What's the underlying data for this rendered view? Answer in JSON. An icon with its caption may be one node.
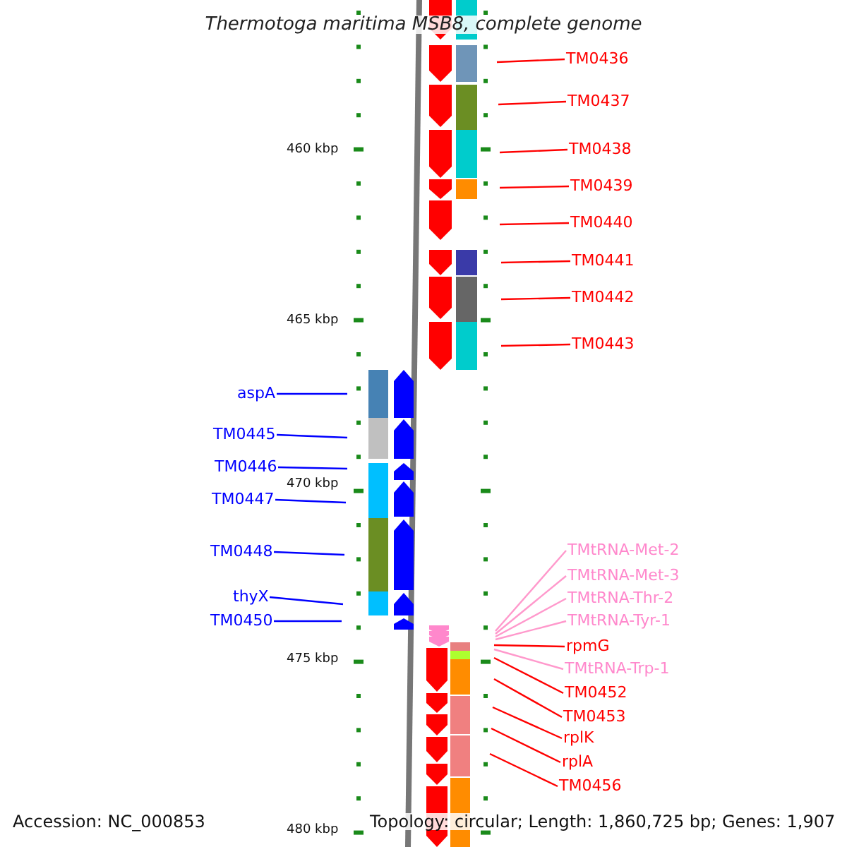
{
  "diagram": {
    "title": "Thermotoga maritima MSB8, complete genome",
    "nodes": [
      {
        "text": [
          "TM0436"
        ]
      },
      {
        "text": [
          "TM0437"
        ]
      },
      {
        "text": [
          "TM0438"
        ]
      },
      {
        "text": [
          "TM0439"
        ]
      },
      {
        "text": [
          "TM0440"
        ]
      },
      {
        "text": [
          "TM0441"
        ]
      },
      {
        "text": [
          "TM0442"
        ]
      },
      {
        "text": [
          "TM0443"
        ]
      },
      {
        "text": [
          "aspA"
        ]
      },
      {
        "text": [
          "TM0445"
        ]
      },
      {
        "text": [
          "TM0446"
        ]
      },
      {
        "text": [
          "TM0447"
        ]
      },
      {
        "text": [
          "TM0448"
        ]
      },
      {
        "text": [
          "thyX"
        ]
      },
      {
        "text": [
          "TM0450"
        ]
      },
      {
        "text": [
          "TMtRNA-Met-2"
        ]
      },
      {
        "text": [
          "TMtRNA-Met-3"
        ]
      },
      {
        "text": [
          "TMtRNA-Thr-2"
        ]
      },
      {
        "text": [
          "TMtRNA-Tyr-1"
        ]
      },
      {
        "text": [
          "rpmG"
        ]
      },
      {
        "text": [
          "TMtRNA-Trp-1"
        ]
      },
      {
        "text": [
          "TM0452"
        ]
      },
      {
        "text": [
          "TM0453"
        ]
      },
      {
        "text": [
          "rplK"
        ]
      },
      {
        "text": [
          "rplA"
        ]
      },
      {
        "text": [
          "TM0456"
        ]
      }
    ],
    "edges": [
      {
        "from": 0,
        "to": null,
        "arrow": "none"
      },
      {
        "from": 1,
        "to": null,
        "arrow": "none"
      },
      {
        "from": 2,
        "to": null,
        "arrow": "none"
      },
      {
        "from": 3,
        "to": null,
        "arrow": "none"
      },
      {
        "from": 4,
        "to": null,
        "arrow": "none"
      },
      {
        "from": 5,
        "to": null,
        "arrow": "none"
      },
      {
        "from": 6,
        "to": null,
        "arrow": "none"
      },
      {
        "from": 7,
        "to": null,
        "arrow": "none"
      },
      {
        "from": 8,
        "to": null,
        "arrow": "none",
        "color": "#0000ff"
      },
      {
        "from": 9,
        "to": null,
        "arrow": "none",
        "color": "#0000ff"
      },
      {
        "from": 10,
        "to": null,
        "arrow": "none",
        "color": "#0000ff"
      },
      {
        "from": 11,
        "to": null,
        "arrow": "none",
        "color": "#0000ff"
      },
      {
        "from": 12,
        "to": null,
        "arrow": "none",
        "color": "#0000ff"
      },
      {
        "from": 13,
        "to": null,
        "arrow": "none",
        "color": "#0000ff"
      },
      {
        "from": 14,
        "to": null,
        "arrow": "none",
        "color": "#0000ff"
      },
      {
        "from": 15,
        "to": null,
        "arrow": "none",
        "color": "#ff99cc"
      },
      {
        "from": 16,
        "to": null,
        "arrow": "none",
        "color": "#ff99cc"
      },
      {
        "from": 17,
        "to": null,
        "arrow": "none",
        "color": "#ff99cc"
      },
      {
        "from": 18,
        "to": null,
        "arrow": "none",
        "color": "#ff99cc"
      },
      {
        "from": 19,
        "to": null,
        "arrow": "none"
      },
      {
        "from": 20,
        "to": null,
        "arrow": "none",
        "color": "#ff99cc"
      },
      {
        "from": 21,
        "to": null,
        "arrow": "none"
      },
      {
        "from": 22,
        "to": null,
        "arrow": "none"
      },
      {
        "from": 23,
        "to": null,
        "arrow": "none"
      },
      {
        "from": 24,
        "to": null,
        "arrow": "none"
      },
      {
        "from": 25,
        "to": null,
        "arrow": "none"
      }
    ],
    "labels": [
      "460 kbp",
      "465 kbp",
      "470 kbp",
      "475 kbp",
      "480 kbp",
      "Accession: NC_000853",
      "Topology: circular; Length: 1,860,725 bp; Genes: 1,907"
    ]
  }
}
